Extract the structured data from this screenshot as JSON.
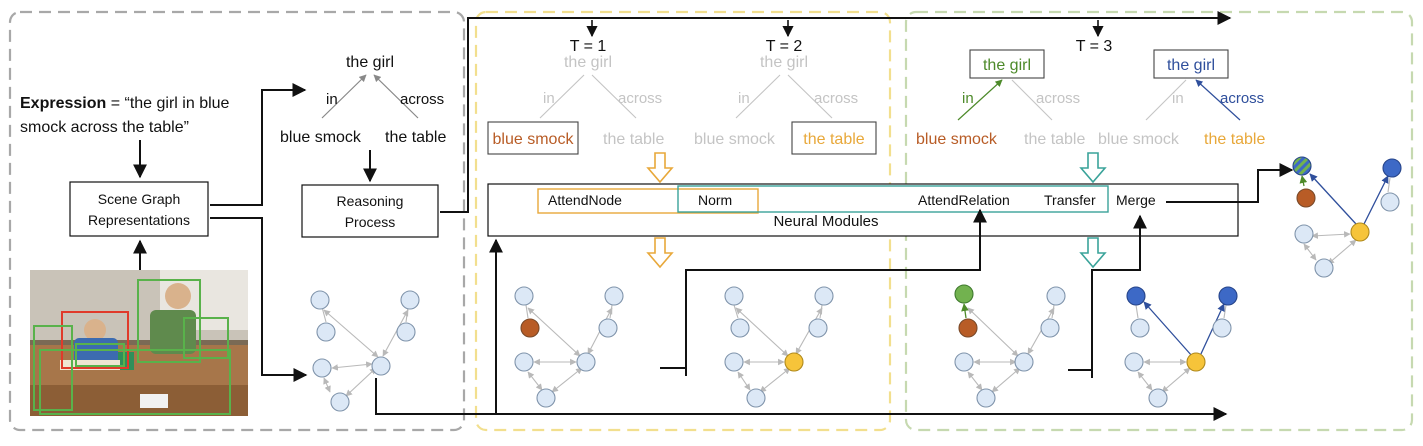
{
  "expression": {
    "bold": "Expression",
    "line1": " = “the girl in blue",
    "line2": "smock across the table”"
  },
  "scene_graph_box": {
    "line1": "Scene Graph",
    "line2": "Representations"
  },
  "reasoning_box": {
    "line1": "Reasoning",
    "line2": "Process"
  },
  "parse_tree": {
    "root": "the girl",
    "edge_left": "in",
    "edge_right": "across",
    "leaf_left": "blue smock",
    "leaf_right": "the table"
  },
  "steps": [
    {
      "label": "T = 1"
    },
    {
      "label": "T = 2"
    },
    {
      "label": "T = 3"
    }
  ],
  "neural_modules": {
    "title": "Neural Modules",
    "attend_node": "AttendNode",
    "norm": "Norm",
    "attend_relation": "AttendRelation",
    "transfer": "Transfer",
    "merge": "Merge"
  },
  "colors": {
    "brown": "#b85c26",
    "orange_box": "#e8a83a",
    "yellow": "#f6c43a",
    "teal": "#3aa39a",
    "green": "#4d8a2a",
    "blue": "#3d69c6",
    "panel_grey": "#a8a8a8",
    "panel_yellow": "#f2df8e",
    "panel_green": "#c6d9b0"
  }
}
